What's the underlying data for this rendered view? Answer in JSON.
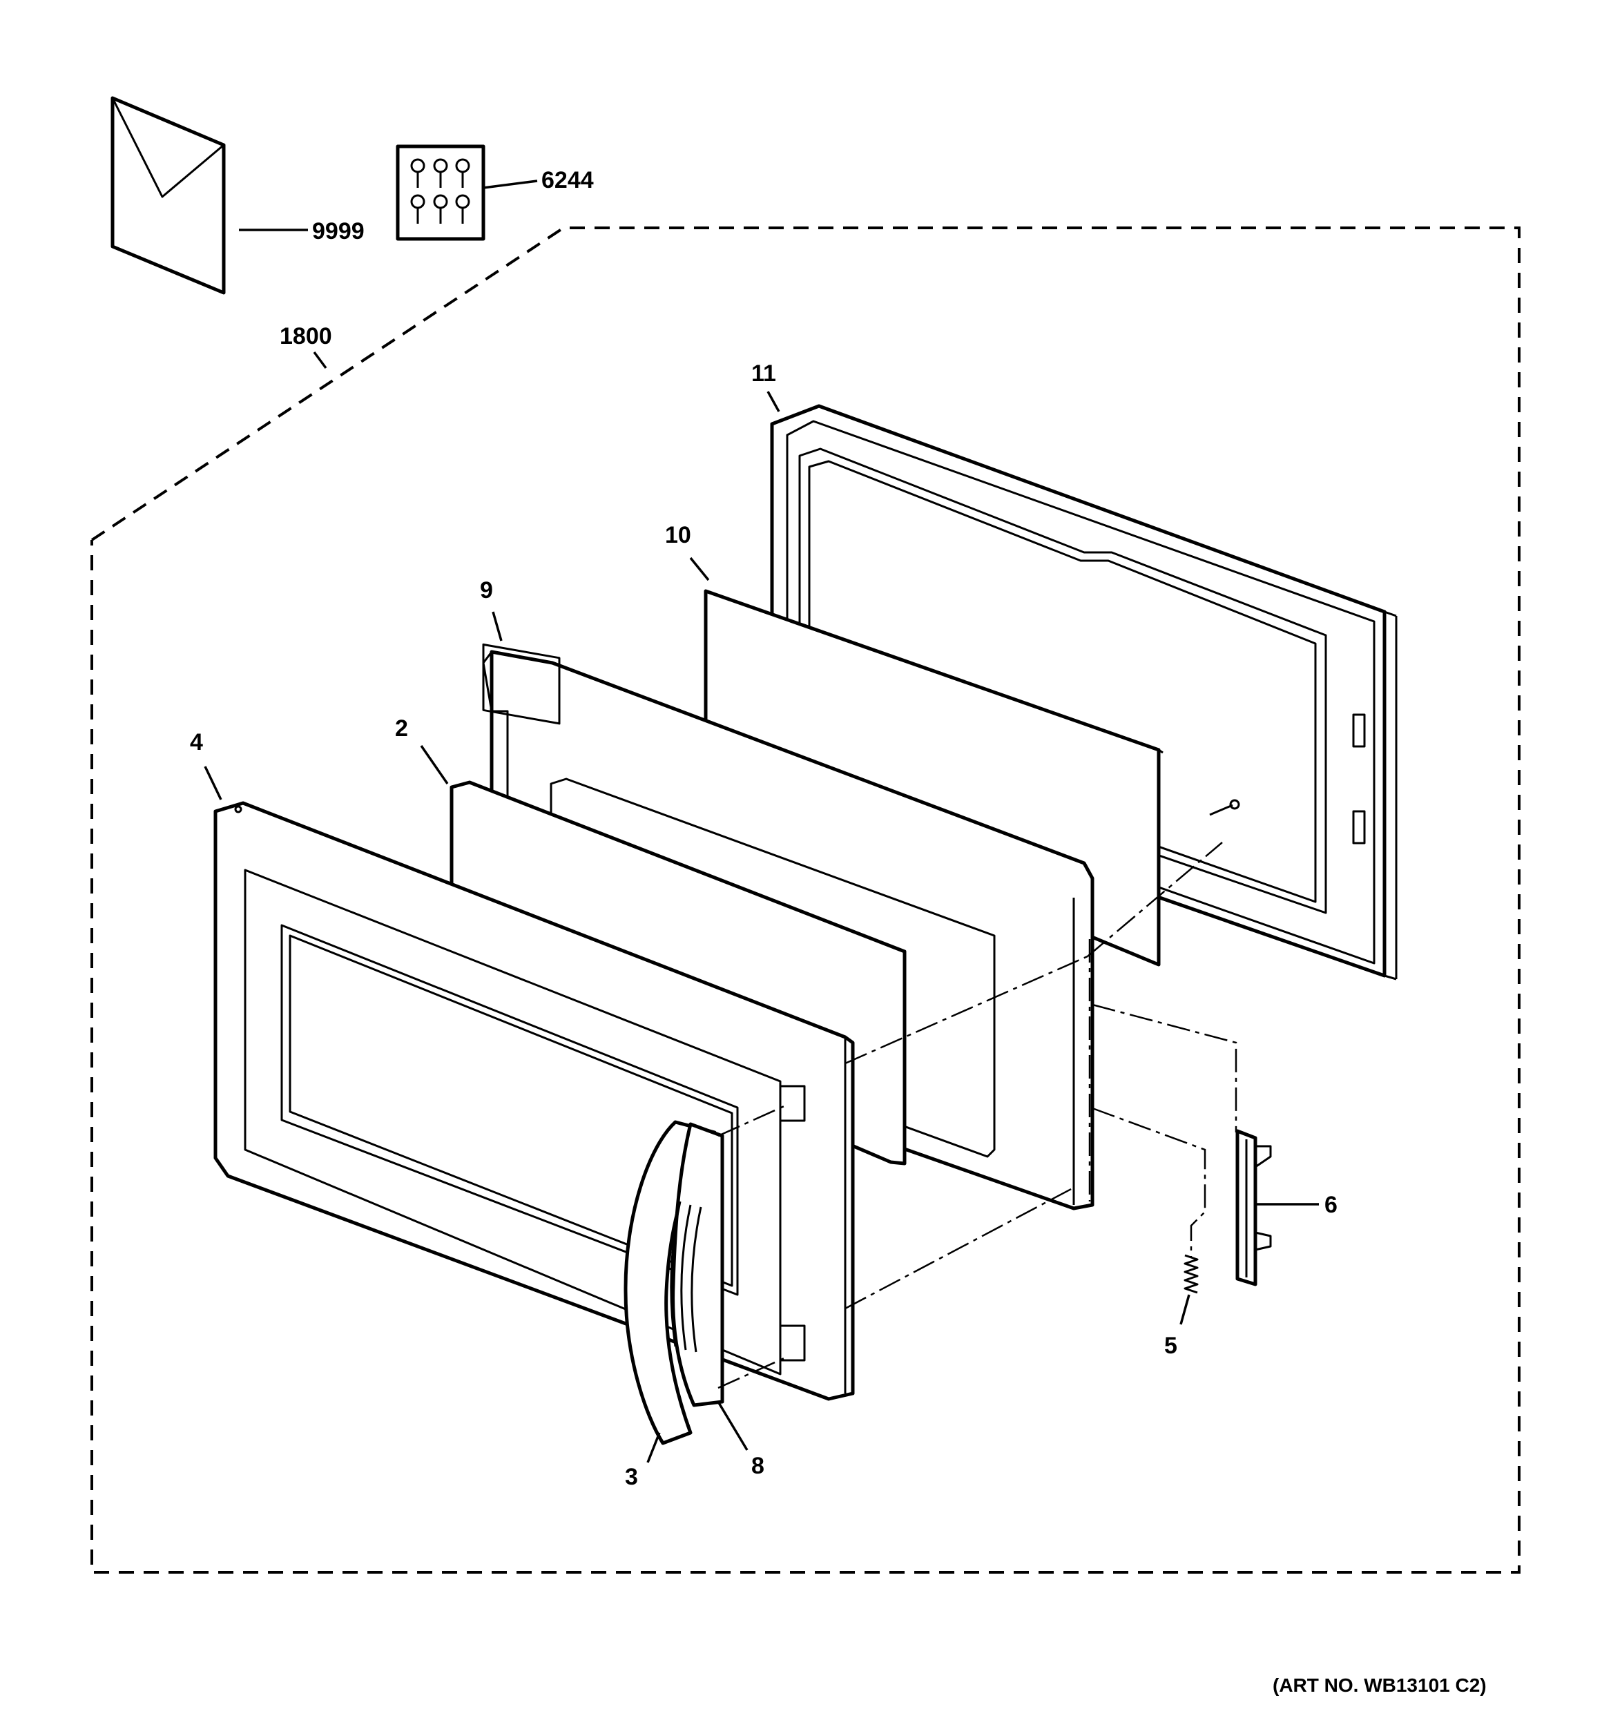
{
  "callouts": {
    "c9999": "9999",
    "c6244": "6244",
    "c1800": "1800",
    "c11": "11",
    "c10": "10",
    "c9": "9",
    "c2": "2",
    "c4": "4",
    "c6": "6",
    "c5": "5",
    "c3": "3",
    "c8": "8"
  },
  "art_number": "(ART NO. WB13101 C2)"
}
